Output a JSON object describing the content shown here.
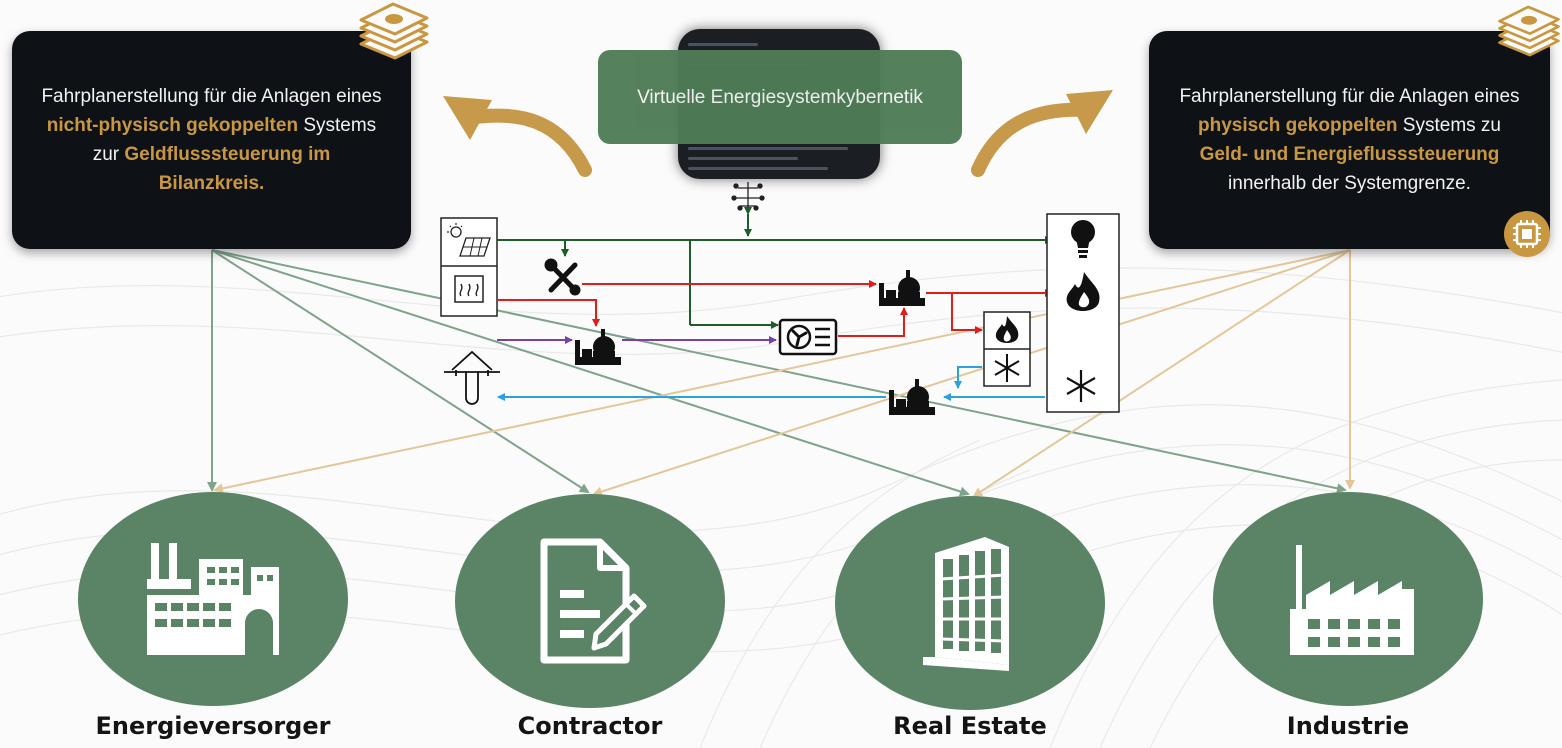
{
  "left_box": {
    "parts": [
      {
        "text": "Fahrplanerstellung für die Anlagen eines ",
        "hl": false
      },
      {
        "text": "nicht-physisch gekoppelten",
        "hl": true
      },
      {
        "text": " Systems zur ",
        "hl": false
      },
      {
        "text": "Geldflusssteuerung im Bilanzkreis.",
        "hl": true
      }
    ]
  },
  "right_box": {
    "parts": [
      {
        "text": "Fahrplanerstellung für die Anlagen eines ",
        "hl": false
      },
      {
        "text": "physisch gekoppelten",
        "hl": true
      },
      {
        "text": " Systems zu ",
        "hl": false
      },
      {
        "text": "Geld- und Energieflusssteuerung",
        "hl": true
      },
      {
        "text": " innerhalb der Systemgrenze.",
        "hl": false
      }
    ]
  },
  "center_box": {
    "text": "Virtuelle Energiesystemkybernetik"
  },
  "customers": [
    {
      "label": "Energieversorger",
      "icon": "power-plant-icon"
    },
    {
      "label": "Contractor",
      "icon": "contract-icon"
    },
    {
      "label": "Real Estate",
      "icon": "building-icon"
    },
    {
      "label": "Industrie",
      "icon": "factory-icon"
    }
  ],
  "colors": {
    "box_dark": "#0e1217",
    "highlight_gold": "#c9973f",
    "green_box": "#4e7d56",
    "customer_green": "#5a8465",
    "green_arrow": "#7fa38a",
    "tan_arrow": "#e3c799",
    "flow_green": "#1e5c2a",
    "flow_red": "#e21b1b",
    "flow_purple": "#7b3fa8",
    "flow_blue": "#2aa2e0",
    "big_arrow_gold": "#c69a4a"
  },
  "icons": [
    "money-stack-icon",
    "chip-icon",
    "network-icon",
    "solar-panel-icon",
    "heater-icon",
    "tools-icon",
    "chp-plant-icon",
    "heat-pump-icon",
    "geothermal-icon",
    "lightbulb-icon",
    "flame-icon",
    "snowflake-icon"
  ]
}
